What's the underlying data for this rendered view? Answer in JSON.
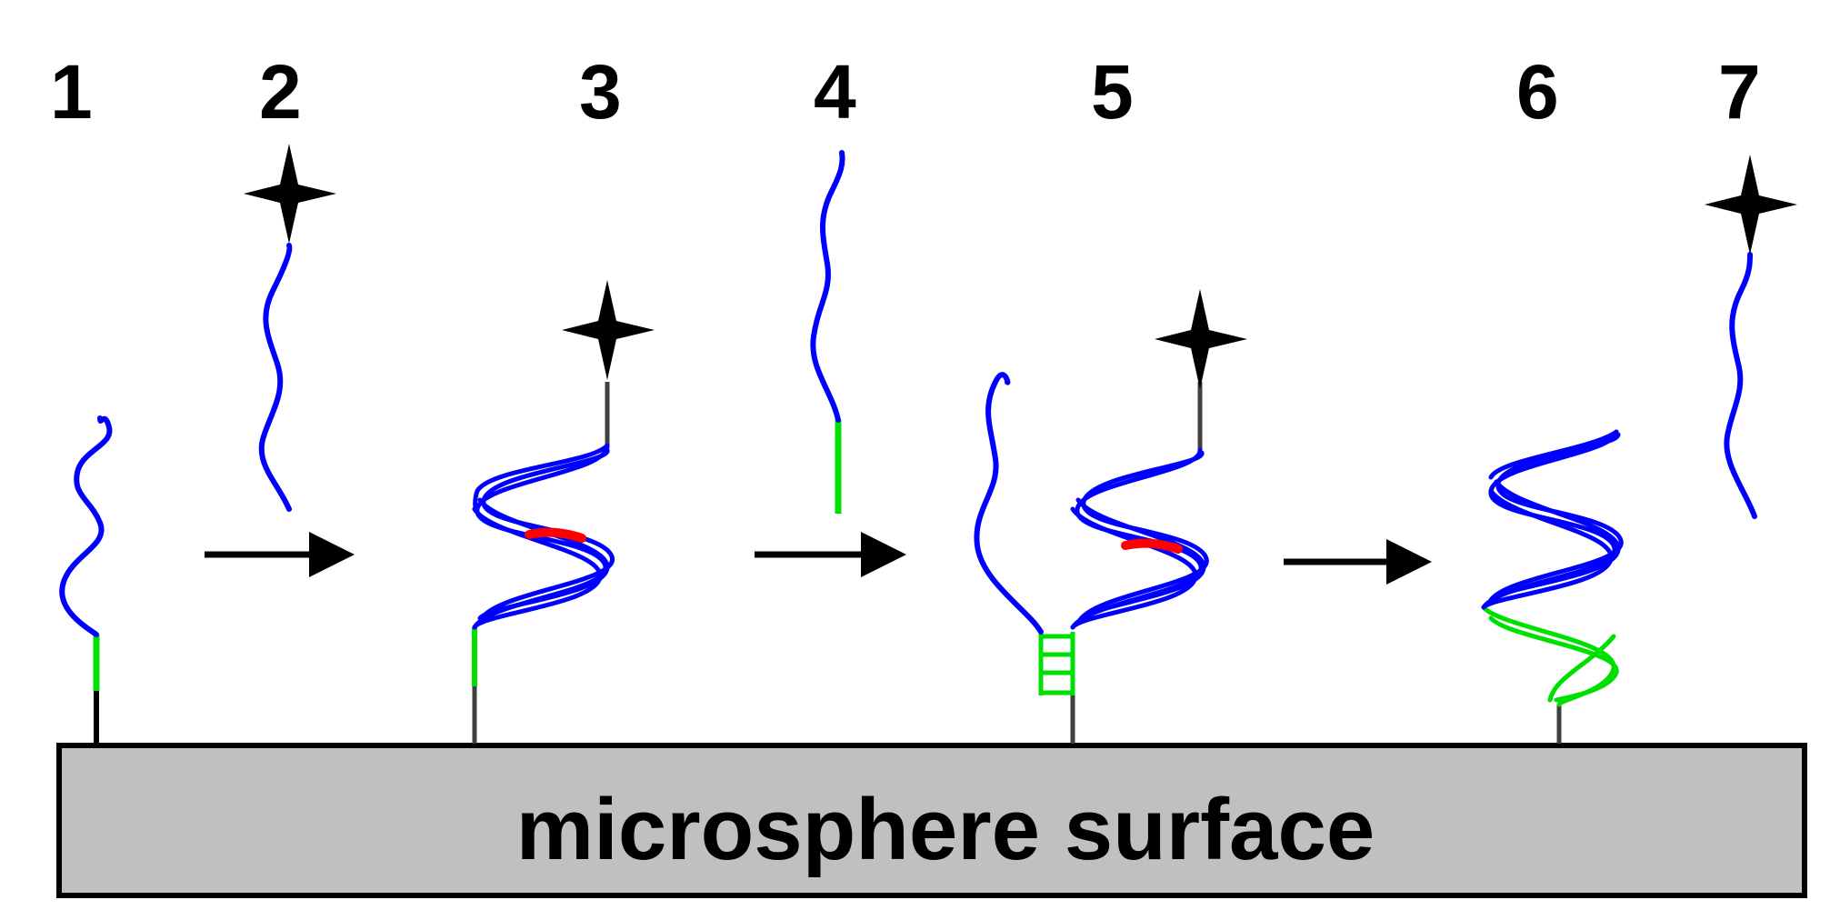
{
  "steps": [
    {
      "number": "1"
    },
    {
      "number": "2"
    },
    {
      "number": "3"
    },
    {
      "number": "4"
    },
    {
      "number": "5"
    },
    {
      "number": "6"
    },
    {
      "number": "7"
    }
  ],
  "surface": {
    "label": "microsphere surface",
    "fill": "#c0c0c0"
  },
  "colors": {
    "dna_strand": "#0000ff",
    "capture_segment": "#00e000",
    "mismatch": "#ff0000",
    "linker": "#404040",
    "arrow": "#000000",
    "fluorophore": "#000000"
  },
  "icons": {
    "fluorophore": "four-point-star-icon",
    "reaction": "right-arrow-icon"
  }
}
